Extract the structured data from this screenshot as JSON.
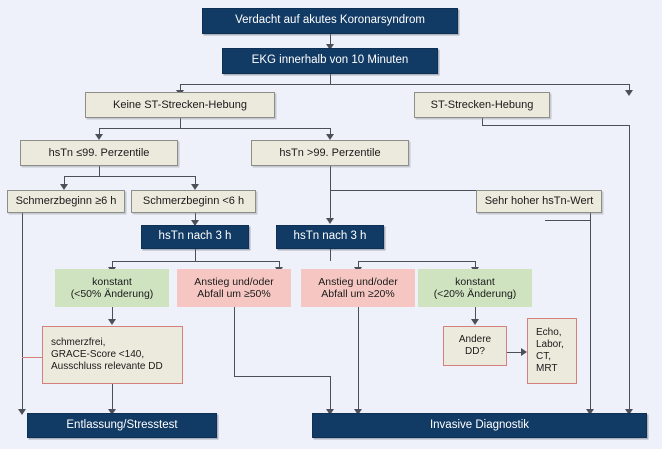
{
  "diagram": {
    "title": "Verdacht auf akutes Koronarsyndrom",
    "colors": {
      "navy": "#113a64",
      "beige": "#ece9dd",
      "green": "#cfe3c0",
      "pink": "#f6c7c2",
      "red_border": "#d4807c",
      "background": "#eef1f9",
      "connector": "#4a4f58"
    },
    "nodes": {
      "suspicion": "Verdacht auf akutes Koronarsyndrom",
      "ekg": "EKG innerhalb von 10 Minuten",
      "no_st_elevation": "Keine ST-Strecken-Hebung",
      "st_elevation": "ST-Strecken-Hebung",
      "hstn_le99": "hsTn ≤99. Perzentile",
      "hstn_gt99": "hsTn >99. Perzentile",
      "pain_ge6h": "Schmerzbeginn ≥6 h",
      "pain_lt6h": "Schmerzbeginn <6 h",
      "very_high_hstn": "Sehr hoher hsTn-Wert",
      "hstn_3h_left": "hsTn nach 3 h",
      "hstn_3h_right": "hsTn nach 3 h",
      "constant_50": "konstant\n(<50% Änderung)",
      "rise_fall_50": "Anstieg und/oder\nAbfall um ≥50%",
      "rise_fall_20": "Anstieg und/oder\nAbfall um ≥20%",
      "constant_20": "konstant\n(<20% Änderung)",
      "painfree_grace": "schmerzfrei,\nGRACE-Score <140,\nAusschluss relevante DD",
      "other_dd": "Andere\nDD?",
      "echo_labor": "Echo,\nLabor,\nCT,\nMRT",
      "discharge": "Entlassung/Stresstest",
      "invasive": "Invasive Diagnostik"
    }
  }
}
